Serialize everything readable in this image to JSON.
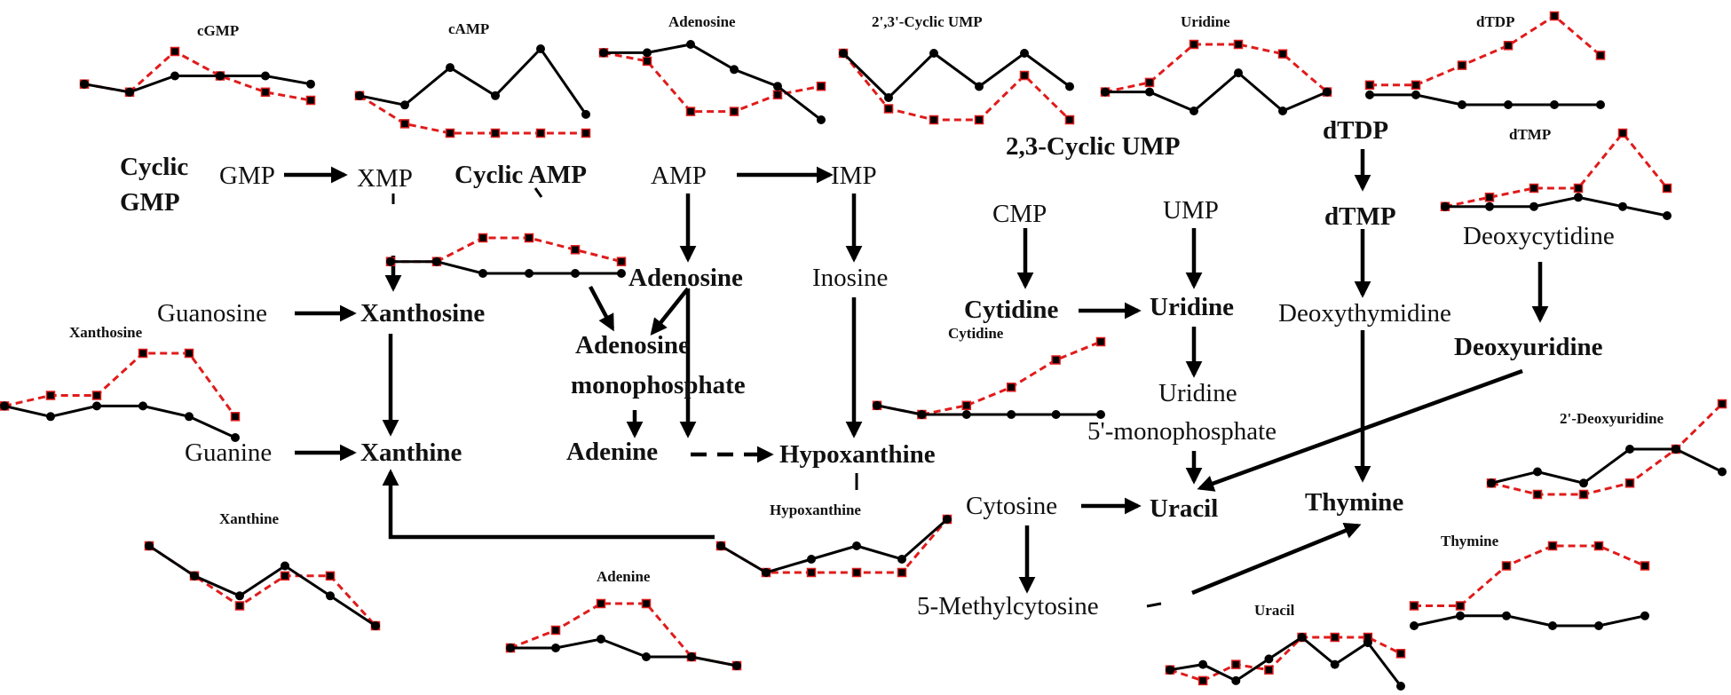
{
  "colors": {
    "control_series": "#000000",
    "treated_series": "#e01b1b",
    "text": "#111111"
  },
  "nodes": {
    "cyclic_gmp_l1": "Cyclic",
    "cyclic_gmp_l2": "GMP",
    "gmp": "GMP",
    "xmp": "XMP",
    "cyclic_amp": "Cyclic AMP",
    "amp": "AMP",
    "imp": "IMP",
    "guanosine": "Guanosine",
    "xanthosine": "Xanthosine",
    "adenosine": "Adenosine",
    "inosine": "Inosine",
    "adenosine_mp_l1": "Adenosine",
    "adenosine_mp_l2": "monophosphate",
    "guanine": "Guanine",
    "xanthine": "Xanthine",
    "adenine": "Adenine",
    "hypoxanthine": "Hypoxanthine",
    "cyclic_ump": "2,3-Cyclic UMP",
    "cmp": "CMP",
    "ump": "UMP",
    "cytidine": "Cytidine",
    "uridine": "Uridine",
    "uridine_mp_l1": "Uridine",
    "uridine_mp_l2": "5'-monophosphate",
    "cytosine": "Cytosine",
    "uracil": "Uracil",
    "methylcytosine": "5-Methylcytosine",
    "dtdp": "dTDP",
    "dtmp": "dTMP",
    "deoxythymidine": "Deoxythymidine",
    "thymine": "Thymine",
    "deoxycytidine": "Deoxycytidine",
    "deoxyuridine": "Deoxyuridine"
  },
  "chart_data": [
    {
      "type": "line",
      "title": "cGMP",
      "x": [
        1,
        2,
        3,
        4,
        5,
        6
      ],
      "series": [
        {
          "values": [
            3,
            2,
            4,
            4,
            4,
            3
          ]
        },
        {
          "values": [
            3,
            2,
            7,
            4,
            2,
            1
          ]
        }
      ]
    },
    {
      "type": "line",
      "title": "cAMP",
      "x": [
        1,
        2,
        3,
        4,
        5,
        6
      ],
      "series": [
        {
          "values": [
            5,
            4,
            8,
            5,
            10,
            3
          ]
        },
        {
          "values": [
            5,
            2,
            1,
            1,
            1,
            1
          ]
        }
      ]
    },
    {
      "type": "line",
      "title": "Adenosine",
      "x": [
        1,
        2,
        3,
        4,
        5,
        6
      ],
      "series": [
        {
          "values": [
            9,
            9,
            10,
            7,
            5,
            1
          ]
        },
        {
          "values": [
            9,
            8,
            2,
            2,
            4,
            5
          ]
        }
      ]
    },
    {
      "type": "line",
      "title": "2',3'-Cyclic UMP",
      "x": [
        1,
        2,
        3,
        4,
        5,
        6
      ],
      "series": [
        {
          "values": [
            8,
            4,
            8,
            5,
            8,
            5
          ]
        },
        {
          "values": [
            8,
            3,
            2,
            2,
            6,
            2
          ]
        }
      ]
    },
    {
      "type": "line",
      "title": "Uridine",
      "x": [
        1,
        2,
        3,
        4,
        5,
        6
      ],
      "series": [
        {
          "values": [
            3,
            3,
            1,
            5,
            1,
            3
          ]
        },
        {
          "values": [
            3,
            4,
            8,
            8,
            7,
            3
          ]
        }
      ]
    },
    {
      "type": "line",
      "title": "dTDP",
      "x": [
        1,
        2,
        3,
        4,
        5,
        6
      ],
      "series": [
        {
          "values": [
            2,
            2,
            1,
            1,
            1,
            1
          ]
        },
        {
          "values": [
            3,
            3,
            5,
            7,
            10,
            6
          ]
        }
      ]
    },
    {
      "type": "line",
      "title": "dTMP",
      "x": [
        1,
        2,
        3,
        4,
        5,
        6
      ],
      "series": [
        {
          "values": [
            2,
            2,
            2,
            3,
            2,
            1
          ]
        },
        {
          "values": [
            2,
            3,
            4,
            4,
            10,
            4
          ]
        }
      ]
    },
    {
      "type": "line",
      "title": "",
      "x": [
        1,
        2,
        3,
        4,
        5,
        6
      ],
      "series": [
        {
          "values": [
            4,
            4,
            3,
            3,
            3,
            3
          ]
        },
        {
          "values": [
            4,
            4,
            6,
            6,
            5,
            4
          ]
        }
      ]
    },
    {
      "type": "line",
      "title": "Xanthosine",
      "x": [
        1,
        2,
        3,
        4,
        5,
        6
      ],
      "series": [
        {
          "values": [
            4,
            3,
            4,
            4,
            3,
            1
          ]
        },
        {
          "values": [
            4,
            5,
            5,
            9,
            9,
            3
          ]
        }
      ]
    },
    {
      "type": "line",
      "title": "Cytidine",
      "x": [
        1,
        2,
        3,
        4,
        5,
        6
      ],
      "series": [
        {
          "values": [
            3,
            2,
            2,
            2,
            2,
            2
          ]
        },
        {
          "values": [
            3,
            2,
            3,
            5,
            8,
            10
          ]
        }
      ]
    },
    {
      "type": "line",
      "title": "2'-Deoxyuridine",
      "x": [
        1,
        2,
        3,
        4,
        5,
        6
      ],
      "series": [
        {
          "values": [
            3,
            4,
            3,
            6,
            6,
            4
          ]
        },
        {
          "values": [
            3,
            2,
            2,
            3,
            6,
            10
          ]
        }
      ]
    },
    {
      "type": "line",
      "title": "Xanthine",
      "x": [
        1,
        2,
        3,
        4,
        5,
        6
      ],
      "series": [
        {
          "values": [
            10,
            7,
            5,
            8,
            5,
            2
          ]
        },
        {
          "values": [
            10,
            7,
            4,
            7,
            7,
            2
          ]
        }
      ]
    },
    {
      "type": "line",
      "title": "Hypoxanthine",
      "x": [
        1,
        2,
        3,
        4,
        5,
        6
      ],
      "series": [
        {
          "values": [
            3,
            1,
            2,
            3,
            2,
            5
          ]
        },
        {
          "values": [
            3,
            1,
            1,
            1,
            1,
            5
          ]
        }
      ]
    },
    {
      "type": "line",
      "title": "Adenine",
      "x": [
        1,
        2,
        3,
        4,
        5,
        6
      ],
      "series": [
        {
          "values": [
            2,
            2,
            3,
            1,
            1,
            0
          ]
        },
        {
          "values": [
            2,
            4,
            7,
            7,
            1,
            0
          ]
        }
      ]
    },
    {
      "type": "line",
      "title": "Thymine",
      "x": [
        1,
        2,
        3,
        4,
        5,
        6
      ],
      "series": [
        {
          "values": [
            1,
            2,
            2,
            1,
            1,
            2
          ]
        },
        {
          "values": [
            3,
            3,
            7,
            9,
            9,
            7
          ]
        }
      ]
    },
    {
      "type": "line",
      "title": "Uracil",
      "x": [
        1,
        2,
        3,
        4,
        5,
        6,
        7,
        8
      ],
      "series": [
        {
          "values": [
            3,
            4,
            1,
            5,
            9,
            4,
            8,
            0
          ]
        },
        {
          "values": [
            3,
            1,
            4,
            3,
            9,
            9,
            9,
            6
          ]
        }
      ]
    }
  ]
}
